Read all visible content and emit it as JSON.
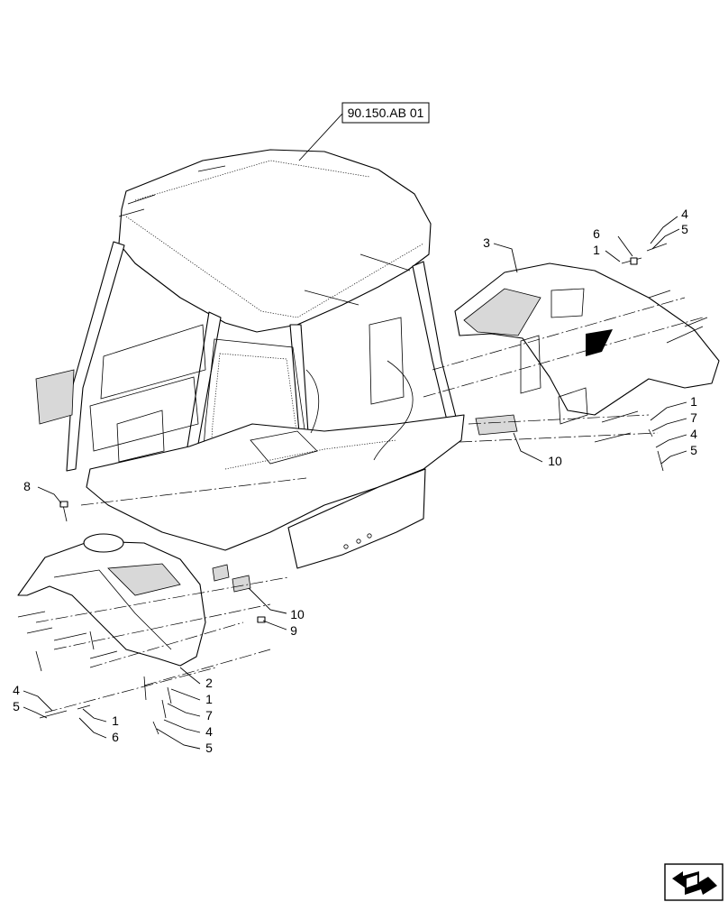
{
  "diagram": {
    "reference_label": "90.150.AB 01",
    "callouts": [
      {
        "id": "c3",
        "text": "3"
      },
      {
        "id": "c6_tr",
        "text": "6"
      },
      {
        "id": "c1_tr",
        "text": "1"
      },
      {
        "id": "c4_tr",
        "text": "4"
      },
      {
        "id": "c5_tr",
        "text": "5"
      },
      {
        "id": "c1_r",
        "text": "1"
      },
      {
        "id": "c7_r",
        "text": "7"
      },
      {
        "id": "c4_r",
        "text": "4"
      },
      {
        "id": "c5_r",
        "text": "5"
      },
      {
        "id": "c10_r",
        "text": "10"
      },
      {
        "id": "c8",
        "text": "8"
      },
      {
        "id": "c10_c",
        "text": "10"
      },
      {
        "id": "c9",
        "text": "9"
      },
      {
        "id": "c2",
        "text": "2"
      },
      {
        "id": "c1_b",
        "text": "1"
      },
      {
        "id": "c7_b",
        "text": "7"
      },
      {
        "id": "c4_b",
        "text": "4"
      },
      {
        "id": "c5_b",
        "text": "5"
      },
      {
        "id": "c4_l",
        "text": "4"
      },
      {
        "id": "c5_l",
        "text": "5"
      },
      {
        "id": "c1_l",
        "text": "1"
      },
      {
        "id": "c6_l",
        "text": "6"
      }
    ]
  }
}
